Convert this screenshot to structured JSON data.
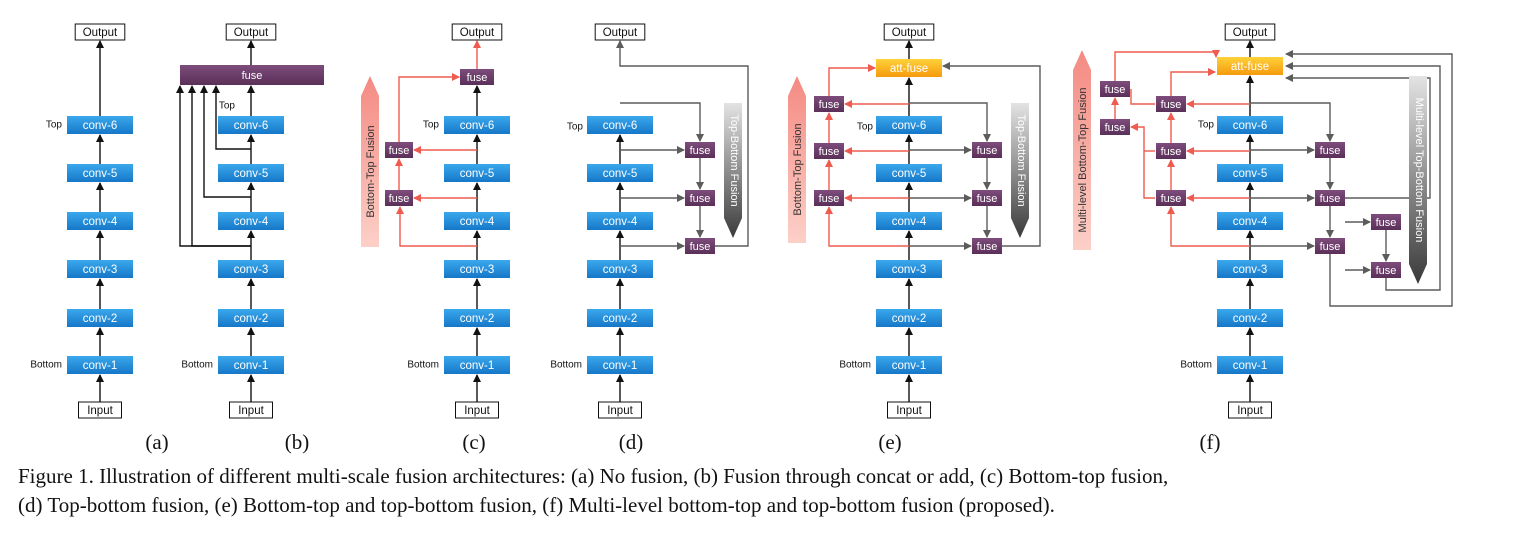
{
  "labels": {
    "output": "Output",
    "input": "Input",
    "top": "Top",
    "bottom": "Bottom",
    "fuse": "fuse",
    "att_fuse": "att-fuse",
    "convs": [
      "conv-1",
      "conv-2",
      "conv-3",
      "conv-4",
      "conv-5",
      "conv-6"
    ]
  },
  "panels": [
    {
      "id": "a",
      "sublabel": "(a)"
    },
    {
      "id": "b",
      "sublabel": "(b)"
    },
    {
      "id": "c",
      "sublabel": "(c)",
      "side_arrow": "Bottom-Top Fusion"
    },
    {
      "id": "d",
      "sublabel": "(d)",
      "side_arrow": "Top-Bottom Fusion"
    },
    {
      "id": "e",
      "sublabel": "(e)",
      "side_arrow_left": "Bottom-Top Fusion",
      "side_arrow_right": "Top-Bottom Fusion"
    },
    {
      "id": "f",
      "sublabel": "(f)",
      "side_arrow_left": "Multi-level Bottom-Top Fusion",
      "side_arrow_right": "Multi-level Top-Bottom Fusion"
    }
  ],
  "caption": {
    "line1": "Figure 1. Illustration of different multi-scale fusion architectures: (a) No fusion, (b) Fusion through concat or add, (c) Bottom-top fusion,",
    "line2": "(d) Top-bottom fusion, (e) Bottom-top and top-bottom fusion, (f) Multi-level bottom-top and top-bottom fusion (proposed)."
  },
  "colors": {
    "conv_top": "#3aa8ec",
    "conv_bottom": "#1677c8",
    "fuse": "#6d3e6c",
    "att_top": "#ffd23a",
    "att_bottom": "#f59a0c",
    "red_arrow": "#ef5b4e",
    "gray_arrow": "#5c5c5c",
    "bt_grad_top": "#f59890",
    "bt_grad_bottom": "#fbc9c0",
    "tb_grad_top": "#d9d9d9",
    "tb_grad_bottom": "#444444"
  }
}
